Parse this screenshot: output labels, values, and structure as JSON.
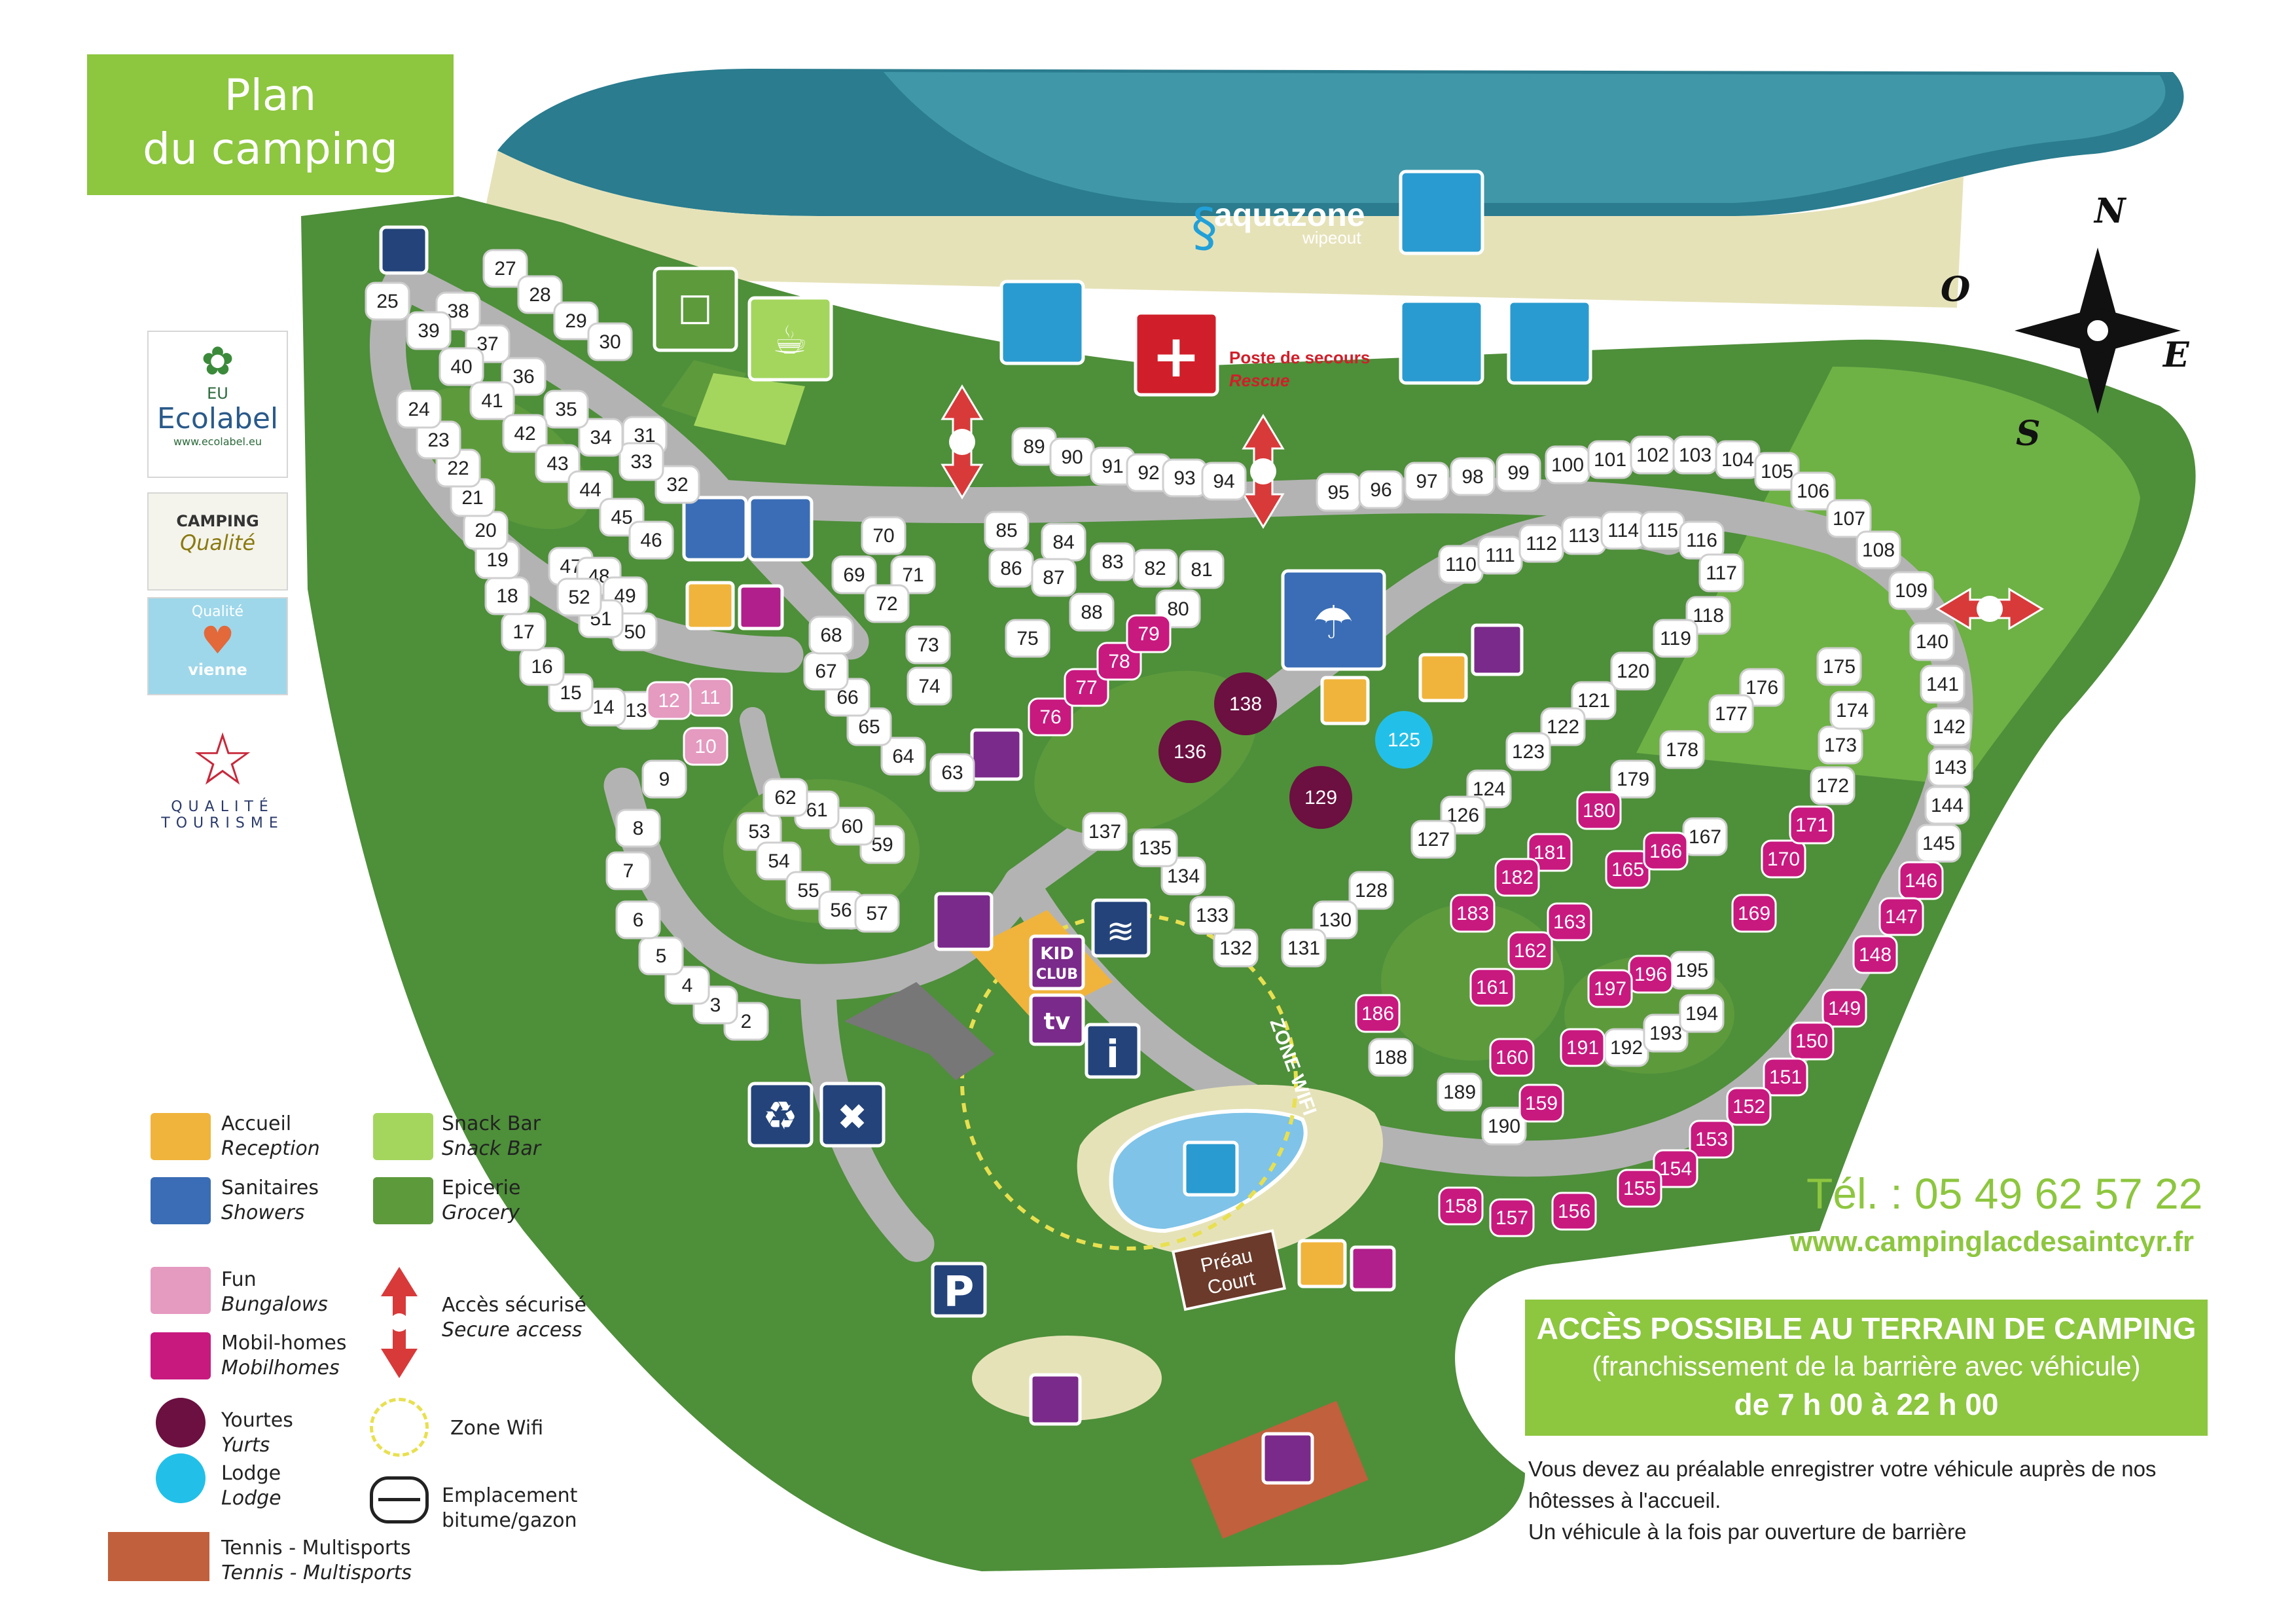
{
  "title": {
    "line1": "Plan",
    "line2": "du camping"
  },
  "aquazone": {
    "name": "aquazone",
    "sub": "wipeout"
  },
  "first_aid": {
    "fr": "Poste de secours",
    "en": "Rescue"
  },
  "compass": {
    "n": "N",
    "e": "E",
    "s": "S",
    "o": "O"
  },
  "zone_wifi_label": "ZONE WIFI",
  "kid_club": {
    "line1": "KID",
    "line2": "CLUB"
  },
  "tv_label": "tv",
  "preau_court": {
    "line1": "Préau",
    "line2": "Court"
  },
  "parking_label": "P",
  "info_label": "i",
  "logos": {
    "ecolabel": {
      "top": "EU",
      "name": "Ecolabel",
      "url": "www.ecolabel.eu"
    },
    "camping_qualite": {
      "name": "CAMPING",
      "sub": "Qualité"
    },
    "qualite_vienne": {
      "top": "Qualité",
      "name": "vienne"
    },
    "qualite_tourisme": {
      "line1": "QUALITÉ",
      "line2": "TOURISME"
    }
  },
  "legend": [
    {
      "fr": "Accueil",
      "en": "Reception",
      "color": "#f0b43c",
      "kind": "box"
    },
    {
      "fr": "Snack Bar",
      "en": "Snack Bar",
      "color": "#a4d65e",
      "kind": "box"
    },
    {
      "fr": "Sanitaires",
      "en": "Showers",
      "color": "#3a6db5",
      "kind": "box"
    },
    {
      "fr": "Epicerie",
      "en": "Grocery",
      "color": "#5d9a3c",
      "kind": "box"
    },
    {
      "fr": "Fun",
      "en": "Bungalows",
      "color": "#e59ac0",
      "kind": "box"
    },
    {
      "fr": "Accès sécurisé",
      "en": "Secure access",
      "color": "#d83a3a",
      "kind": "arrow"
    },
    {
      "fr": "Mobil-homes",
      "en": "Mobilhomes",
      "color": "#c8197f",
      "kind": "box"
    },
    {
      "fr": "Yourtes",
      "en": "Yurts",
      "color": "#6b1040",
      "kind": "circle"
    },
    {
      "fr": "Zone Wifi",
      "en": "",
      "color": "#e8e050",
      "kind": "dashed"
    },
    {
      "fr": "Lodge",
      "en": "Lodge",
      "color": "#22c0e8",
      "kind": "circle"
    },
    {
      "fr": "Emplacement",
      "en": "bitume/gazon",
      "color": "#222222",
      "kind": "pitch"
    },
    {
      "fr": "Tennis - Multisports",
      "en": "Tennis - Multisports",
      "color": "#c0603c",
      "kind": "wide"
    }
  ],
  "contact": {
    "tel": "Tél. : 05 49 62 57 22",
    "web": "www.campinglacdesaintcyr.fr"
  },
  "access": {
    "line1": "ACCÈS POSSIBLE AU TERRAIN DE CAMPING",
    "line2": "(franchissement de la barrière avec véhicule)",
    "line3": "de 7 h 00 à 22 h 00"
  },
  "access_note": {
    "line1": "Vous devez au préalable enregistrer votre véhicule auprès de nos",
    "line2": "hôtesses à l'accueil.",
    "line3": "Un véhicule à la fois par ouverture de barrière"
  },
  "colors": {
    "grass": "#4e8f3a",
    "grass_light": "#7cbf4a",
    "road": "#b3b3b3",
    "lake": "#2a7c8e",
    "lake_light": "#4aa3b3",
    "beach": "#e6e2b8",
    "mobilhome": "#c8197f",
    "fun": "#e59ac0",
    "yurt": "#6b1040",
    "lodge": "#22c0e8",
    "accent": "#8dc63f",
    "pitch": "#ffffff"
  },
  "pitches": {
    "white": [
      "2",
      "3",
      "4",
      "5",
      "6",
      "7",
      "8",
      "9",
      "13",
      "14",
      "15",
      "16",
      "17",
      "18",
      "19",
      "20",
      "21",
      "22",
      "23",
      "24",
      "25",
      "27",
      "28",
      "29",
      "30",
      "31",
      "32",
      "33",
      "34",
      "35",
      "36",
      "37",
      "38",
      "39",
      "40",
      "41",
      "42",
      "43",
      "44",
      "45",
      "46",
      "47",
      "48",
      "49",
      "50",
      "51",
      "52",
      "53",
      "54",
      "55",
      "56",
      "57",
      "59",
      "60",
      "61",
      "62",
      "63",
      "64",
      "65",
      "66",
      "67",
      "68",
      "69",
      "70",
      "71",
      "72",
      "73",
      "74",
      "75",
      "80",
      "81",
      "82",
      "83",
      "84",
      "85",
      "86",
      "87",
      "88",
      "89",
      "90",
      "91",
      "92",
      "93",
      "94",
      "95",
      "96",
      "97",
      "98",
      "99",
      "100",
      "101",
      "102",
      "103",
      "104",
      "105",
      "106",
      "107",
      "108",
      "109",
      "110",
      "111",
      "112",
      "113",
      "114",
      "115",
      "116",
      "117",
      "118",
      "119",
      "120",
      "121",
      "122",
      "123",
      "124",
      "126",
      "127",
      "128",
      "130",
      "131",
      "132",
      "133",
      "134",
      "135",
      "137",
      "140",
      "141",
      "142",
      "143",
      "144",
      "145",
      "167",
      "172",
      "173",
      "174",
      "175",
      "176",
      "177",
      "178",
      "179",
      "188",
      "189",
      "190",
      "192",
      "193",
      "194",
      "195"
    ],
    "mobilhome": [
      "76",
      "77",
      "78",
      "79",
      "146",
      "147",
      "148",
      "149",
      "150",
      "151",
      "152",
      "153",
      "154",
      "155",
      "156",
      "157",
      "158",
      "159",
      "160",
      "161",
      "162",
      "163",
      "165",
      "166",
      "169",
      "170",
      "171",
      "180",
      "181",
      "182",
      "183",
      "186",
      "191",
      "196",
      "197"
    ],
    "fun": [
      "10",
      "11",
      "12"
    ],
    "yurt": [
      "129",
      "136",
      "138"
    ],
    "lodge": [
      "125"
    ]
  }
}
